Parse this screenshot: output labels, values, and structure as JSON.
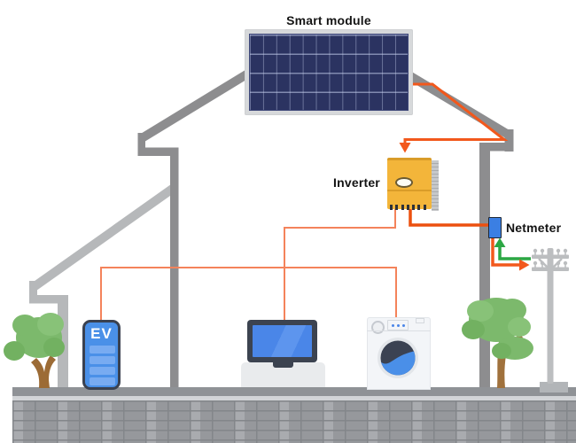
{
  "scene": {
    "description": "Cross-section diagram of a house with a rooftop solar smart module feeding an inverter, a netmeter and household loads, exchanging power with the utility grid",
    "labels": {
      "smart_module": "Smart module",
      "inverter": "Inverter",
      "netmeter": "Netmeter",
      "ev": "EV"
    },
    "components": {
      "solar_panel": "solar-panel-module",
      "inverter": "string-inverter-unit",
      "netmeter": "net-meter-box",
      "ev_charger": "ev-charging-station",
      "computer": "desktop-computer-on-desk",
      "washing_machine": "washing-machine",
      "utility_pole": "utility-power-pole",
      "left_tree": "tree",
      "right_tree": "tree",
      "house": "house-cross-section",
      "ground": "stone-foundation-wall"
    },
    "flows": {
      "panel_to_inverter": "orange-wire-arrow-down",
      "inverter_to_netmeter": "orange-wire",
      "inverter_to_computer": "orange-wire",
      "loads_bus_ev_washer": "orange-wire",
      "grid_export": "orange-arrow-right",
      "grid_import": "green-arrow-up"
    },
    "colors": {
      "wire_orange": "#f2581c",
      "wire_orange_light": "#f4835b",
      "arrow_green": "#2ca744",
      "panel_navy": "#2b3361",
      "panel_frame": "#d7d9db",
      "inverter_yellow": "#f3b53a",
      "netmeter_blue": "#3b7fe3",
      "ev_blue": "#4a90e8",
      "screen_blue": "#4a86e8",
      "wall_dark": "#8d8d8f",
      "wall_light": "#b6b8ba",
      "foliage_green": "#7cb96c"
    }
  }
}
